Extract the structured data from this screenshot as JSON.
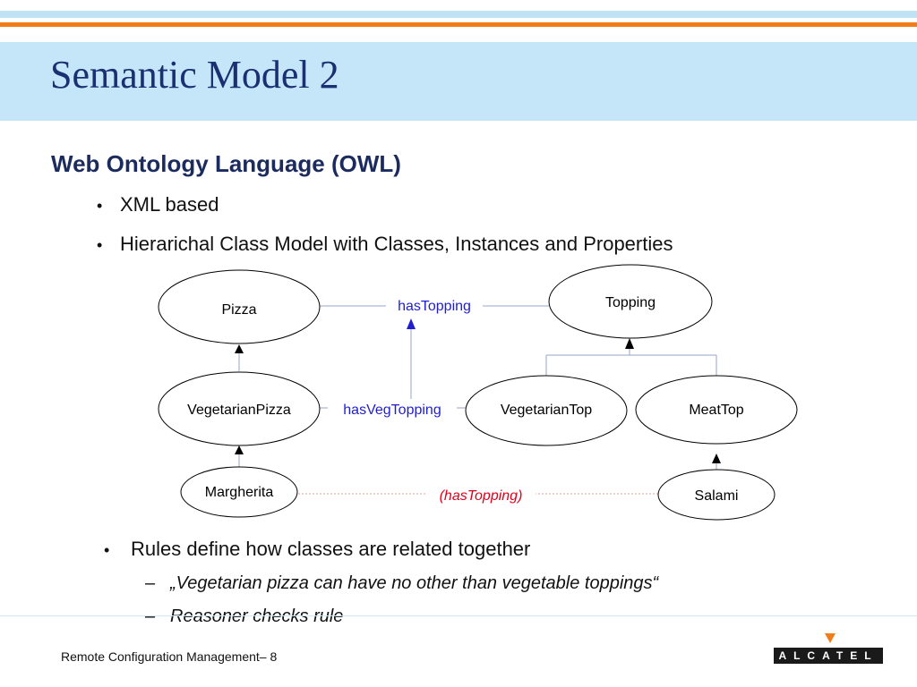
{
  "title": "Semantic Model 2",
  "heading": "Web Ontology Language (OWL)",
  "bullets": [
    "XML based",
    "Hierarichal Class Model with Classes, Instances and Properties"
  ],
  "diagram": {
    "nodes": {
      "pizza": "Pizza",
      "topping": "Topping",
      "vegetarian_pizza": "VegetarianPizza",
      "vegetarian_top": "VegetarianTop",
      "meat_top": "MeatTop",
      "margherita": "Margherita",
      "salami": "Salami"
    },
    "edges": {
      "has_topping": "hasTopping",
      "has_veg_topping": "hasVegTopping",
      "has_topping_instance": "(hasTopping)"
    },
    "colors": {
      "property": "#1f1fd0",
      "instance_property": "#e0001a",
      "connector": "#9aa6cc"
    }
  },
  "rules": {
    "main": "Rules define how classes are related together",
    "subs": [
      "„Vegetarian pizza can have no other than vegetable toppings“",
      "Reasoner checks rule"
    ]
  },
  "footer": {
    "text": "Remote Configuration Management– 8",
    "logo": "ALCATEL"
  }
}
